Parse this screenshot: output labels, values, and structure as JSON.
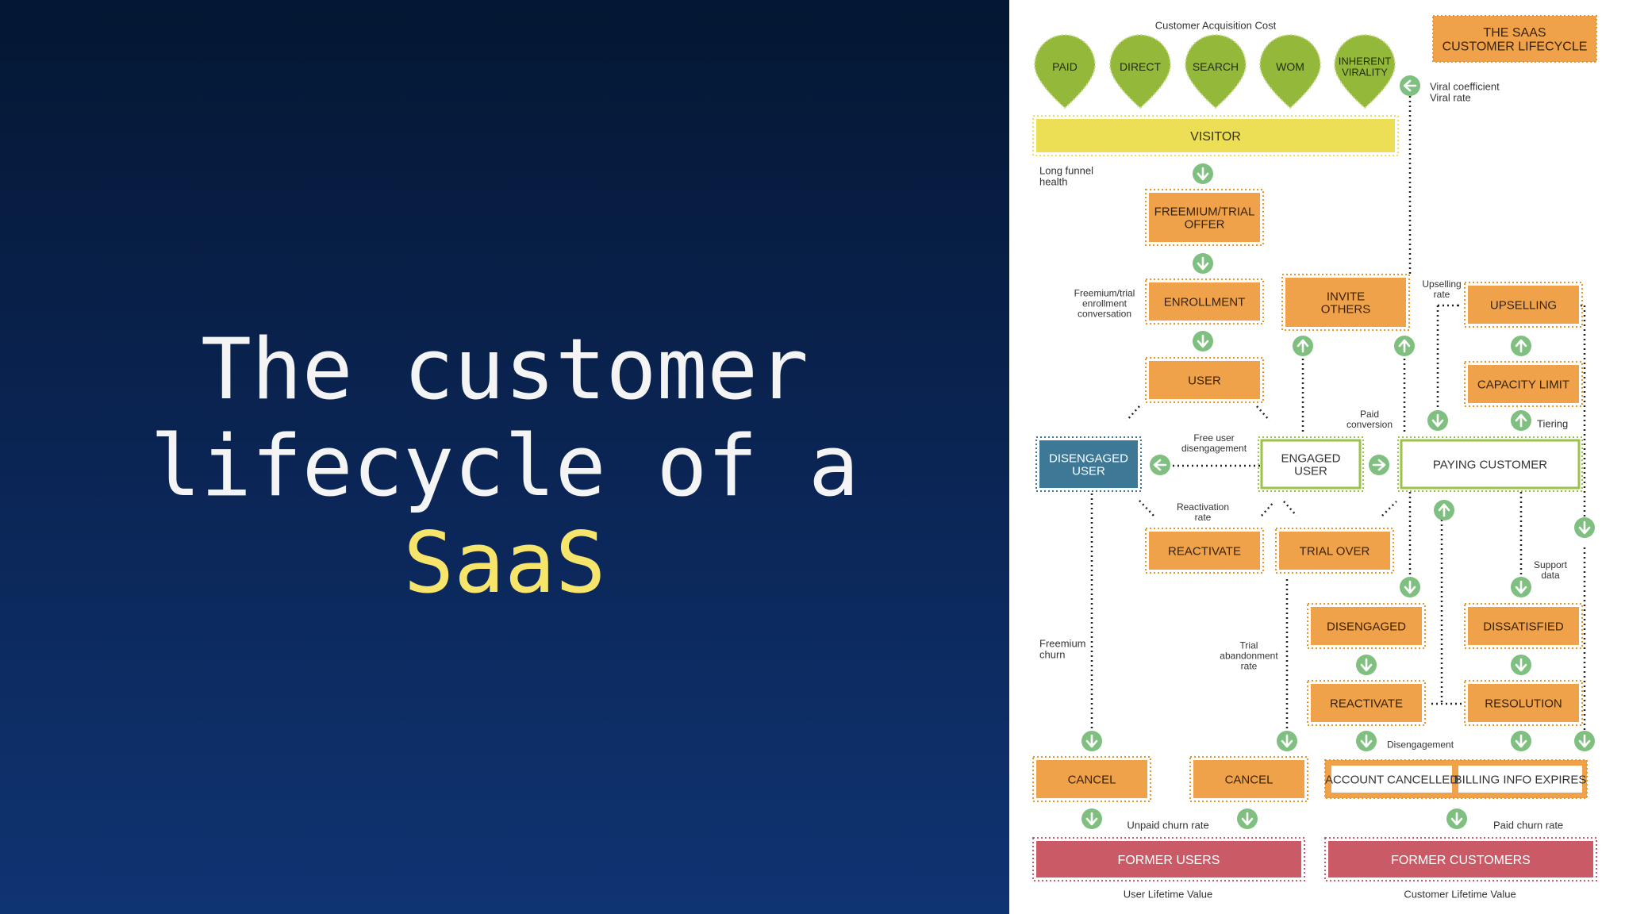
{
  "slide": {
    "title_line1": "The customer",
    "title_line2": "lifecycle of a",
    "title_highlight": "SaaS"
  },
  "colors": {
    "background_top": "#041733",
    "background_bottom": "#0f3472",
    "highlight": "#f7e56b",
    "orange": "#f0a24a",
    "green_pin": "#93b83a",
    "yellow_bar": "#ecdf56",
    "blue_box": "#3d7896",
    "red_bar": "#c95a66",
    "arrow_green": "#7fbf80"
  },
  "diagram": {
    "corner_title": "THE SAAS\nCUSTOMER LIFECYCLE",
    "acquisition_label": "Customer Acquisition Cost",
    "channels": [
      "PAID",
      "DIRECT",
      "SEARCH",
      "WOM",
      "INHERENT\nVIRALITY"
    ],
    "boxes": {
      "visitor": "VISITOR",
      "freemium_offer": "FREEMIUM/TRIAL\nOFFER",
      "enrollment": "ENROLLMENT",
      "user": "USER",
      "invite_others": "INVITE\nOTHERS",
      "upselling": "UPSELLING",
      "capacity_limit": "CAPACITY LIMIT",
      "disengaged_user": "DISENGAGED\nUSER",
      "engaged_user": "ENGAGED\nUSER",
      "paying_customer": "PAYING CUSTOMER",
      "reactivate_user": "REACTIVATE",
      "trial_over": "TRIAL OVER",
      "disengaged": "DISENGAGED",
      "dissatisfied": "DISSATISFIED",
      "reactivate_customer": "REACTIVATE",
      "resolution": "RESOLUTION",
      "cancel_freemium": "CANCEL",
      "cancel_trial": "CANCEL",
      "account_cancelled": "ACCOUNT CANCELLED",
      "billing_info_expires": "BILLING INFO EXPIRES",
      "former_users": "FORMER USERS",
      "former_customers": "FORMER CUSTOMERS"
    },
    "labels": {
      "viral": "Viral coefficient\nViral rate",
      "long_funnel": "Long funnel\nhealth",
      "enrollment_conversion": "Freemium/trial\nenrollment\nconversation",
      "upselling_rate": "Upselling\nrate",
      "paid_conversion": "Paid\nconversion",
      "tiering": "Tiering",
      "free_user_disengagement": "Free user\ndisengagement",
      "reactivation_rate": "Reactivation\nrate",
      "support_data": "Support\ndata",
      "freemium_churn": "Freemium\nchurn",
      "trial_abandonment": "Trial\nabandonment\nrate",
      "disengagement": "Disengagement",
      "unpaid_churn": "Unpaid churn rate",
      "paid_churn": "Paid churn rate",
      "user_lifetime": "User Lifetime Value",
      "customer_lifetime": "Customer Lifetime Value"
    }
  }
}
